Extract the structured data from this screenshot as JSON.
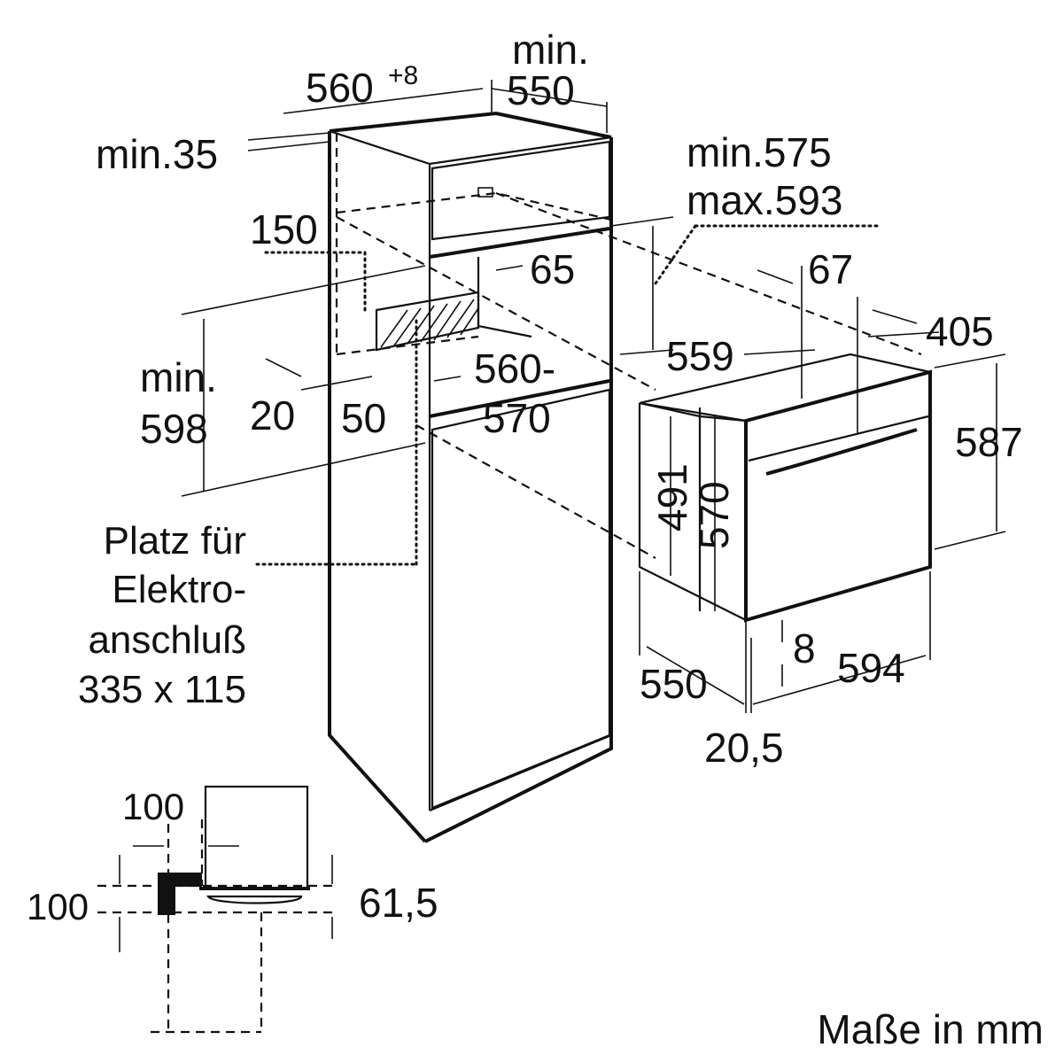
{
  "labels": {
    "min_top": "min.",
    "d550_top": "550",
    "d560_plus8": "560",
    "plus8": "+8",
    "min35": "min.35",
    "min575": "min.575",
    "max593": "max.593",
    "d150": "150",
    "d65": "65",
    "d67": "67",
    "d405": "405",
    "min_side": "min.",
    "d598": "598",
    "d559": "559",
    "d560_range": "560-",
    "d570_range": "570",
    "d20": "20",
    "d50": "50",
    "d587": "587",
    "d491": "491",
    "d570_oven": "570",
    "d8": "8",
    "d550_bottom": "550",
    "d594": "594",
    "d20_5": "20,5",
    "d100_top": "100",
    "d100_left": "100",
    "d61_5": "61,5"
  },
  "note": {
    "line1": "Platz für",
    "line2": "Elektro-",
    "line3": "anschluß",
    "line4": "335 x 115"
  },
  "units": "Maße in mm"
}
